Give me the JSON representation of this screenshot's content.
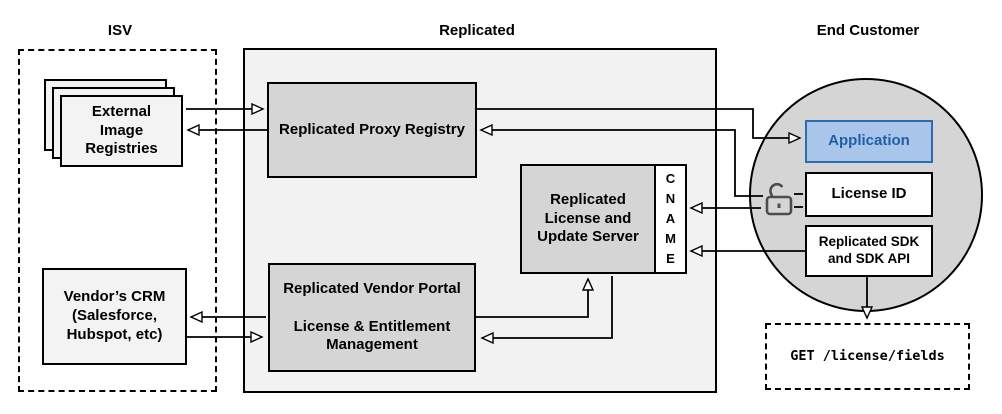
{
  "sections": {
    "isv": {
      "label": "ISV"
    },
    "replicated": {
      "label": "Replicated"
    },
    "end_customer": {
      "label": "End Customer"
    }
  },
  "nodes": {
    "external_registries": {
      "label": "External\nImage\nRegistries"
    },
    "vendor_crm": {
      "label": "Vendor’s CRM\n(Salesforce,\nHubspot, etc)"
    },
    "proxy_registry": {
      "label": "Replicated Proxy Registry"
    },
    "license_update_server": {
      "label": "Replicated\nLicense and\nUpdate Server"
    },
    "cname": {
      "label": "C\nN\nA\nM\nE"
    },
    "vendor_portal": {
      "label": "Replicated Vendor Portal\n\nLicense & Entitlement\nManagement"
    },
    "application": {
      "label": "Application"
    },
    "license_id": {
      "label": "License ID"
    },
    "replicated_sdk": {
      "label": "Replicated SDK\nand SDK API"
    },
    "get_license_fields": {
      "label": "GET /license/fields"
    }
  },
  "icons": {
    "unlock": "unlock-icon (open padlock next to License ID)"
  },
  "colors": {
    "application_fill": "#a9c6ea",
    "application_border": "#2b6cb3",
    "application_text": "#1f5fa9",
    "gray_node_fill": "#d5d5d5",
    "container_fill": "#f2f2f2",
    "light_node_fill": "#f3f3f3",
    "line_color": "#000000",
    "lock_color": "#4d4d4d"
  }
}
